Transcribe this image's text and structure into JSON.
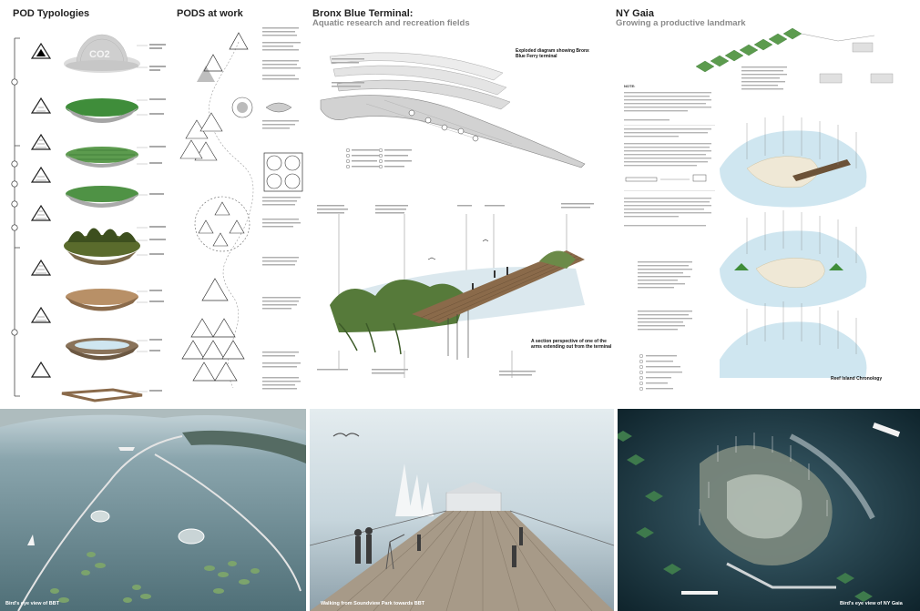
{
  "sections": {
    "pod_typologies": {
      "title": "POD Typologies"
    },
    "pods_at_work": {
      "title": "PODS at work"
    },
    "bronx_blue": {
      "title": "Bronx Blue Terminal:",
      "subtitle": "Aquatic research and recreation fields"
    },
    "ny_gaia": {
      "title": "NY Gaia",
      "subtitle": "Growing a productive landmark"
    }
  },
  "labels": {
    "co2": "CO2",
    "exploded_diagram": "Exploded diagram showing Bronx Blue Ferry terminal",
    "section_perspective": "A section perspective of one of the arms extending out from the terminal",
    "reef_chronology": "Reef Island Chronology",
    "note_heading": "NOTE:"
  },
  "captions": {
    "bbt": "Bird's eye view of BBT",
    "walking": "Walking from Soundview Park towards BBT",
    "gaia": "Bird's eye view of NY Gaia"
  },
  "colors": {
    "green": "#3f8d3a",
    "sand": "#b89067",
    "water_light": "#cfe6f0",
    "water_dark": "#15303a",
    "photo_sky": "#b7cbd6"
  }
}
